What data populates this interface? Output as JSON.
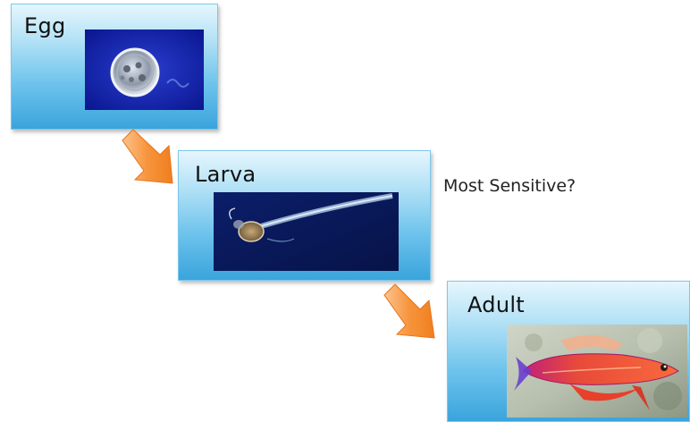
{
  "stages": {
    "egg": {
      "label": "Egg",
      "image": "fish-egg-photo"
    },
    "larva": {
      "label": "Larva",
      "image": "fish-larva-photo"
    },
    "adult": {
      "label": "Adult",
      "image": "adult-fish-photo"
    }
  },
  "annotation": {
    "text": "Most Sensitive?"
  },
  "colors": {
    "box_top": "#e6f6fd",
    "box_bottom": "#3aa4dc",
    "arrow_fill": "#f7943c",
    "arrow_light": "#fbc38e"
  },
  "icons": [
    "down-right-arrow-icon",
    "down-right-arrow-icon"
  ]
}
